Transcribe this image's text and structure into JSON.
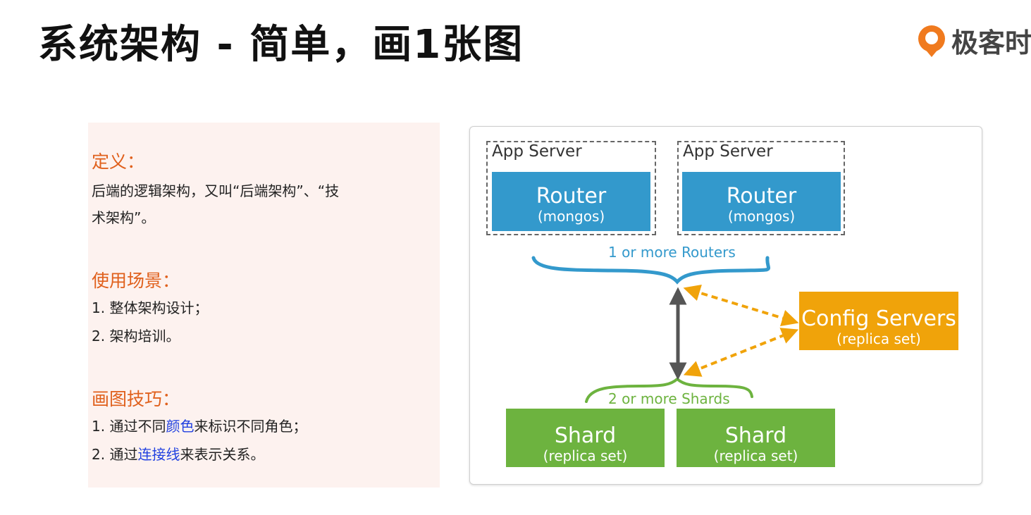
{
  "slide": {
    "title": "系统架构 - 简单，画1张图",
    "brand": "极客时"
  },
  "left": {
    "definition_title": "定义：",
    "definition_line1": "后端的逻辑架构，又叫“后端架构”、“技",
    "definition_line2": "术架构”。",
    "usage_title": "使用场景：",
    "usage_items": [
      "1. 整体架构设计；",
      "2. 架构培训。"
    ],
    "tips_title": "画图技巧：",
    "tip1": {
      "prefix": "1.  通过不同",
      "highlight": "颜色",
      "suffix": "来标识不同角色；"
    },
    "tip2": {
      "prefix": "2.  通过",
      "highlight": "连接线",
      "suffix": "来表示关系。"
    }
  },
  "diagram": {
    "app_servers": [
      {
        "label": "App Server",
        "router": "Router",
        "router_sub": "(mongos)"
      },
      {
        "label": "App Server",
        "router": "Router",
        "router_sub": "(mongos)"
      }
    ],
    "routers_caption": "1 or more Routers",
    "config": {
      "main": "Config Servers",
      "sub": "(replica set)"
    },
    "shards_caption": "2 or more Shards",
    "shards": [
      {
        "main": "Shard",
        "sub": "(replica set)"
      },
      {
        "main": "Shard",
        "sub": "(replica set)"
      }
    ],
    "colors": {
      "router": "#3399cc",
      "shard": "#6db33f",
      "config": "#f0a30a",
      "arrow": "#555555"
    }
  }
}
